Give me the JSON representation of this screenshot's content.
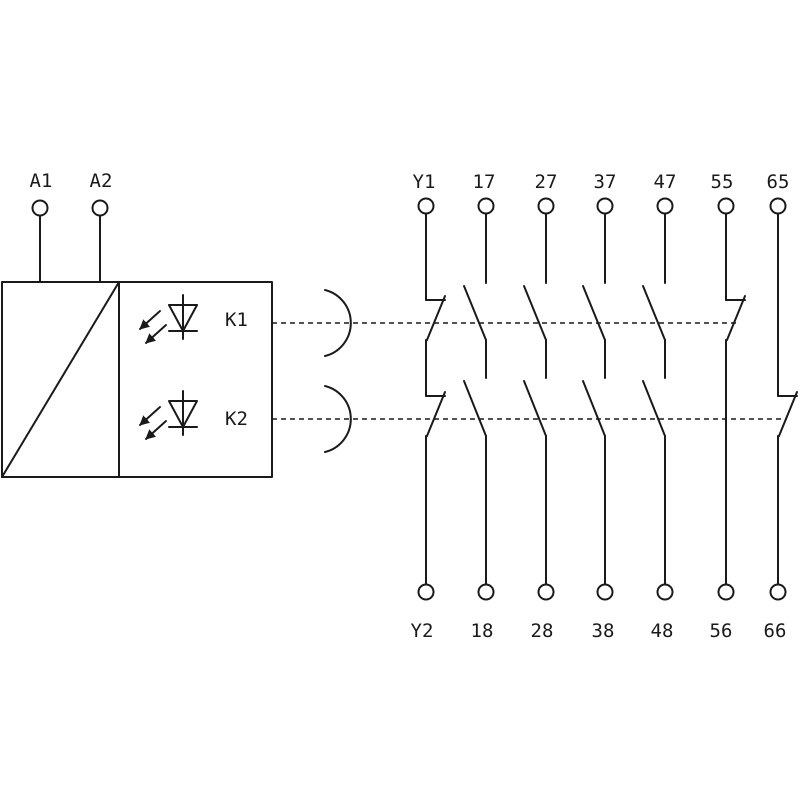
{
  "coil_terminals": [
    "A1",
    "A2"
  ],
  "relays": [
    "K1",
    "K2"
  ],
  "top_terminals": [
    "Y1",
    "17",
    "27",
    "37",
    "47",
    "55",
    "65"
  ],
  "bottom_terminals": [
    "Y2",
    "18",
    "28",
    "38",
    "48",
    "56",
    "66"
  ]
}
